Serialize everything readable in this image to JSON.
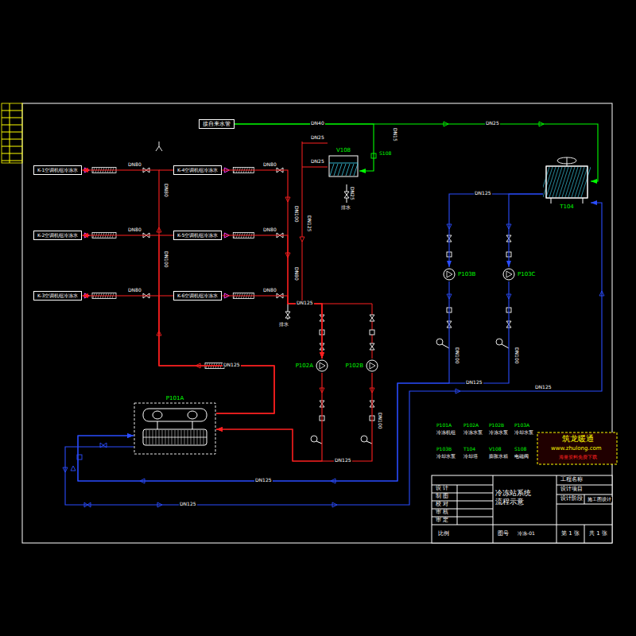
{
  "diagram": {
    "title": "冷冻站系统流程示意",
    "nodes": [
      {
        "text": [
          "接自来水管"
        ]
      },
      {
        "text": [
          "K-1空调机组冷冻水"
        ]
      },
      {
        "text": [
          "K-2空调机组冷冻水"
        ]
      },
      {
        "text": [
          "K-3空调机组冷冻水"
        ]
      },
      {
        "text": [
          "K-4空调机组冷冻水"
        ]
      },
      {
        "text": [
          "K-5空调机组冷冻水"
        ]
      },
      {
        "text": [
          "K-6空调机组冷冻水"
        ]
      },
      {
        "text": [
          "V108"
        ]
      },
      {
        "text": [
          "T104"
        ]
      },
      {
        "text": [
          "P101A"
        ]
      },
      {
        "text": [
          "P102A"
        ]
      },
      {
        "text": [
          "P102B"
        ]
      },
      {
        "text": [
          "P103B"
        ]
      },
      {
        "text": [
          "P103C"
        ]
      }
    ],
    "edges": [
      {
        "from": 0,
        "to": 7,
        "arrow": "to",
        "label": "DN40"
      },
      {
        "from": 0,
        "to": 8,
        "arrow": "to",
        "label": "DN25"
      },
      {
        "from": 8,
        "to": 12,
        "arrow": "to",
        "label": "DN125"
      },
      {
        "from": 8,
        "to": 13,
        "arrow": "to"
      },
      {
        "from": 12,
        "to": 9,
        "arrow": "to",
        "label": "DN125"
      },
      {
        "from": 13,
        "to": 9,
        "arrow": "to",
        "label": "DN125"
      },
      {
        "from": 9,
        "to": 8,
        "arrow": "to",
        "label": "DN125"
      },
      {
        "from": 9,
        "to": 1,
        "arrow": "to",
        "label": "DN125"
      },
      {
        "from": 9,
        "to": 2,
        "arrow": "to"
      },
      {
        "from": 9,
        "to": 3,
        "arrow": "to"
      },
      {
        "from": 4,
        "to": 10,
        "arrow": "to",
        "label": "DN125"
      },
      {
        "from": 5,
        "to": 10,
        "arrow": "to"
      },
      {
        "from": 6,
        "to": 10,
        "arrow": "to"
      },
      {
        "from": 10,
        "to": 9,
        "arrow": "to"
      },
      {
        "from": 11,
        "to": 9,
        "arrow": "to",
        "label": "DN125"
      }
    ],
    "labels": [
      "DN80",
      "DN80",
      "DN80",
      "DN80",
      "DN80",
      "DN80",
      "DN80",
      "DN100",
      "DN100",
      "DN125",
      "DN80",
      "DN25",
      "DN25",
      "DN25",
      "DN15",
      "DN125",
      "DN100",
      "DN100",
      "DN100",
      "S108",
      "排水",
      "排水",
      "P101A",
      "冷冻机组",
      "P102A",
      "冷冻水泵",
      "P102B",
      "冷冻水泵",
      "P103A",
      "冷却水泵",
      "P103B",
      "冷却水泵",
      "T104",
      "冷却塔",
      "V108",
      "膨胀水箱",
      "S108",
      "电磁阀",
      "筑龙暖通",
      "www.zhulong.com",
      "海量资料免费下载",
      "设 计",
      "制 图",
      "校 对",
      "审 核",
      "审 定",
      "工程名称",
      "设计项目",
      "设计阶段",
      "施工图设计",
      "比例",
      "图号",
      "冷冻-01",
      "第 1 张",
      "共 1 张"
    ]
  }
}
